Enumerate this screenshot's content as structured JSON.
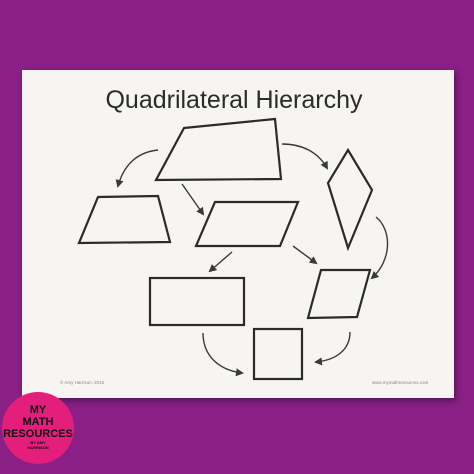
{
  "diagram": {
    "title": "Quadrilateral Hierarchy",
    "footer_left": "© Amy Harrison, 2015",
    "footer_right": "www.mymathresources.com",
    "shapes": [
      {
        "id": "quadrilateral"
      },
      {
        "id": "trapezoid"
      },
      {
        "id": "parallelogram"
      },
      {
        "id": "kite"
      },
      {
        "id": "rectangle"
      },
      {
        "id": "rhombus"
      },
      {
        "id": "square"
      }
    ]
  },
  "logo": {
    "line1": "MY",
    "line2": "MATH",
    "line3": "RESOURCES",
    "line4": "BY AMY",
    "line5": "HARRISON"
  },
  "colors": {
    "background": "#8a1f86",
    "paper": "#f6f5f1",
    "ink": "#2b2b2b",
    "logo_circle": "#e41f7b"
  }
}
